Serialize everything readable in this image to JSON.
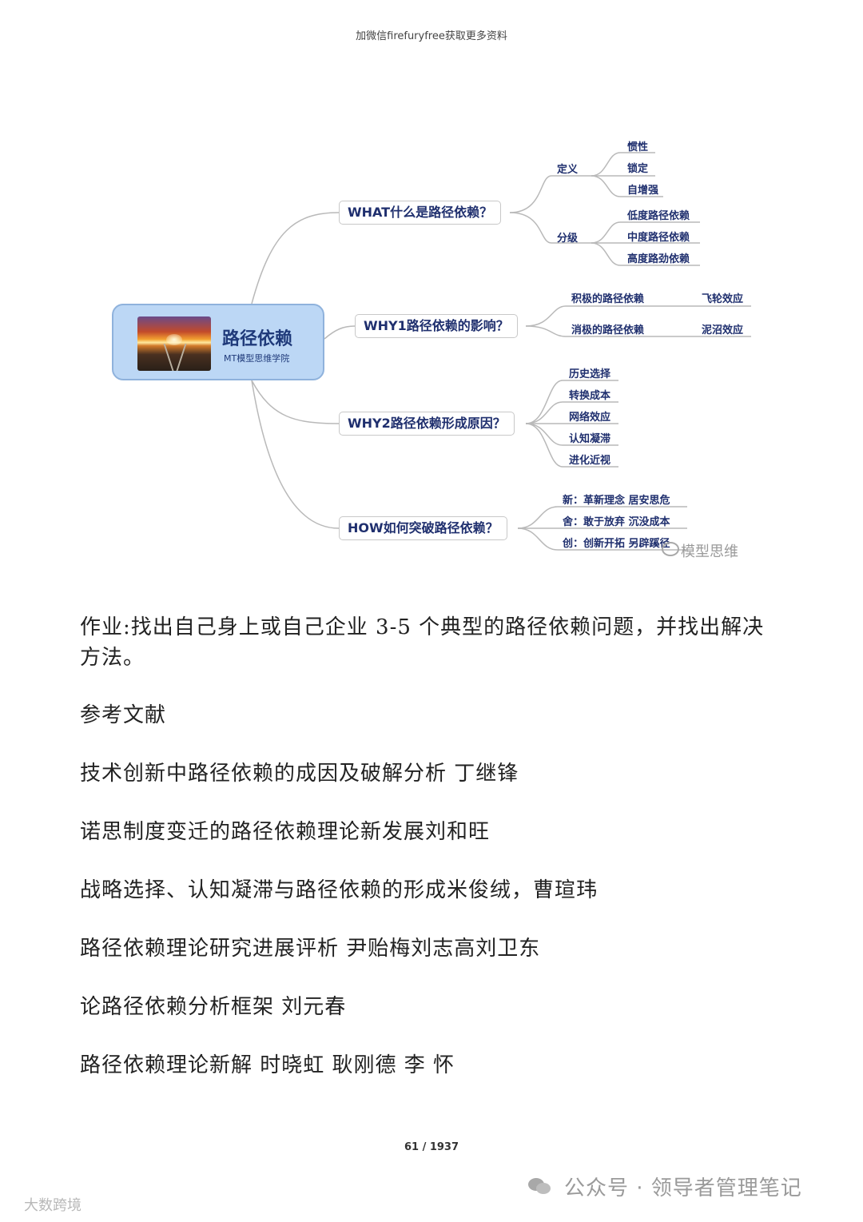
{
  "header_note": "加微信firefuryfree获取更多资料",
  "mindmap": {
    "root_title": "路径依赖",
    "root_subtitle": "MT模型思维学院",
    "branches": [
      {
        "label": "WHAT什么是路径依赖？"
      },
      {
        "label": "WHY1路径依赖的影响？"
      },
      {
        "label": "WHY2路径依赖形成原因？"
      },
      {
        "label": "HOW如何突破路径依赖？"
      }
    ],
    "what_groups": [
      {
        "label": "定义",
        "items": [
          "惯性",
          "锁定",
          "自增强"
        ]
      },
      {
        "label": "分级",
        "items": [
          "低度路径依赖",
          "中度路径依赖",
          "高度路劲依赖"
        ]
      }
    ],
    "why1_items": [
      {
        "label": "积极的路径依赖",
        "effect": "飞轮效应"
      },
      {
        "label": "消极的路径依赖",
        "effect": "泥沼效应"
      }
    ],
    "why2_items": [
      "历史选择",
      "转换成本",
      "网络效应",
      "认知凝滞",
      "进化近视"
    ],
    "how_items": [
      "新：革新理念 居安思危",
      "舍：敢于放弃 沉没成本",
      "创：创新开拓 另辟蹊径"
    ],
    "watermark": "模型思维"
  },
  "homework": "作业:找出自己身上或自己企业 3-5 个典型的路径依赖问题，并找出解决方法。",
  "references_title": "参考文献",
  "references": [
    "技术创新中路径依赖的成因及破解分析 丁继锋",
    "诺思制度变迁的路径依赖理论新发展刘和旺",
    "战略选择、认知凝滞与路径依赖的形成米俊绒，曹瑄玮",
    "路径依赖理论研究进展评析 尹贻梅刘志高刘卫东",
    "论路径依赖分析框架 刘元春",
    "路径依赖理论新解 时晓虹 耿刚德 李 怀"
  ],
  "page_number": "61 / 1937",
  "footer_watermark": "公众号 · 领导者管理笔记",
  "corner_watermark": "大数跨境",
  "colors": {
    "node_text": "#1f2f6e",
    "root_bg": "#bcd7f5",
    "line": "#b9b9b9"
  }
}
